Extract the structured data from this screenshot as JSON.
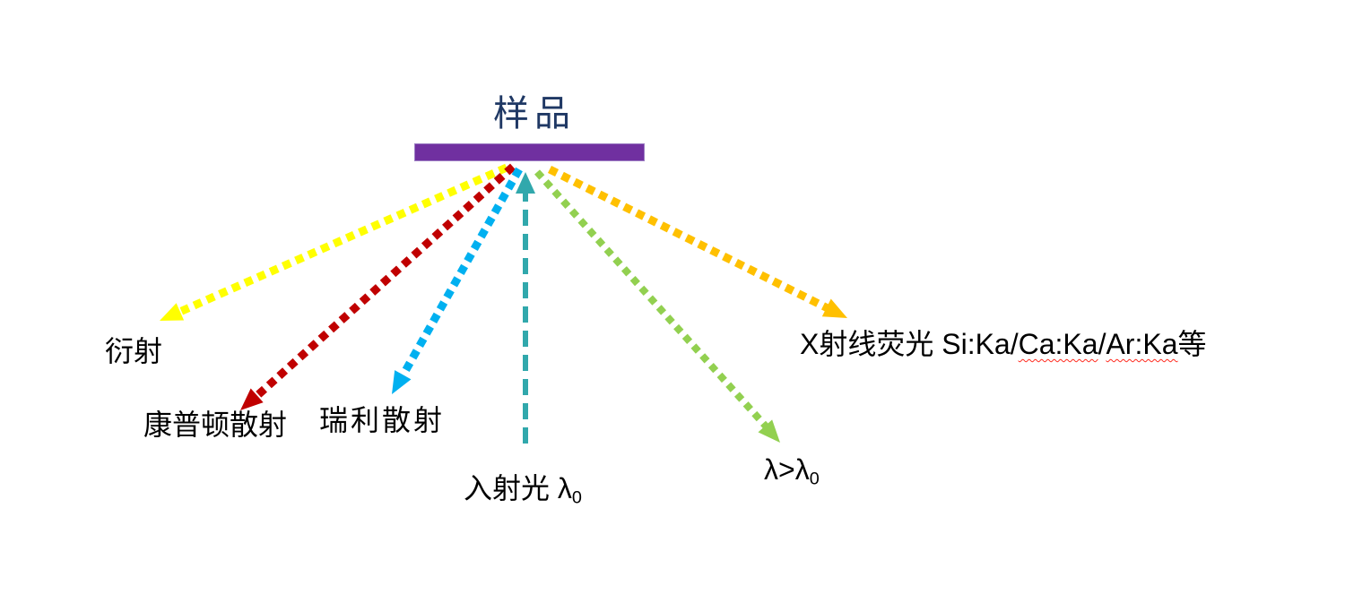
{
  "title": {
    "text": "样品",
    "color": "#1F3864"
  },
  "sample_bar": {
    "color": "#7030A0",
    "edge_color": "#9D7FC4"
  },
  "arrows": {
    "diffraction": {
      "color": "#FFFF00",
      "label": "衍射"
    },
    "compton": {
      "color": "#C00000",
      "label": "康普顿散射"
    },
    "rayleigh": {
      "color": "#00B0F0",
      "label": "瑞利散射"
    },
    "incident": {
      "color": "#31A8AC",
      "label_prefix": "入射光 λ",
      "label_sub": "0"
    },
    "longer_wavelength": {
      "color": "#92D050",
      "label_prefix": "λ>λ",
      "label_sub": "0"
    },
    "fluorescence": {
      "color": "#FFC000",
      "label_parts": {
        "plain1": "X射线荧光 Si:Ka/",
        "misspelled1": "Ca:Ka",
        "slash": "/",
        "misspelled2": "Ar:Ka",
        "plain2": "等"
      }
    }
  },
  "spellcheck": {
    "underline_color": "#FF2A1E"
  }
}
